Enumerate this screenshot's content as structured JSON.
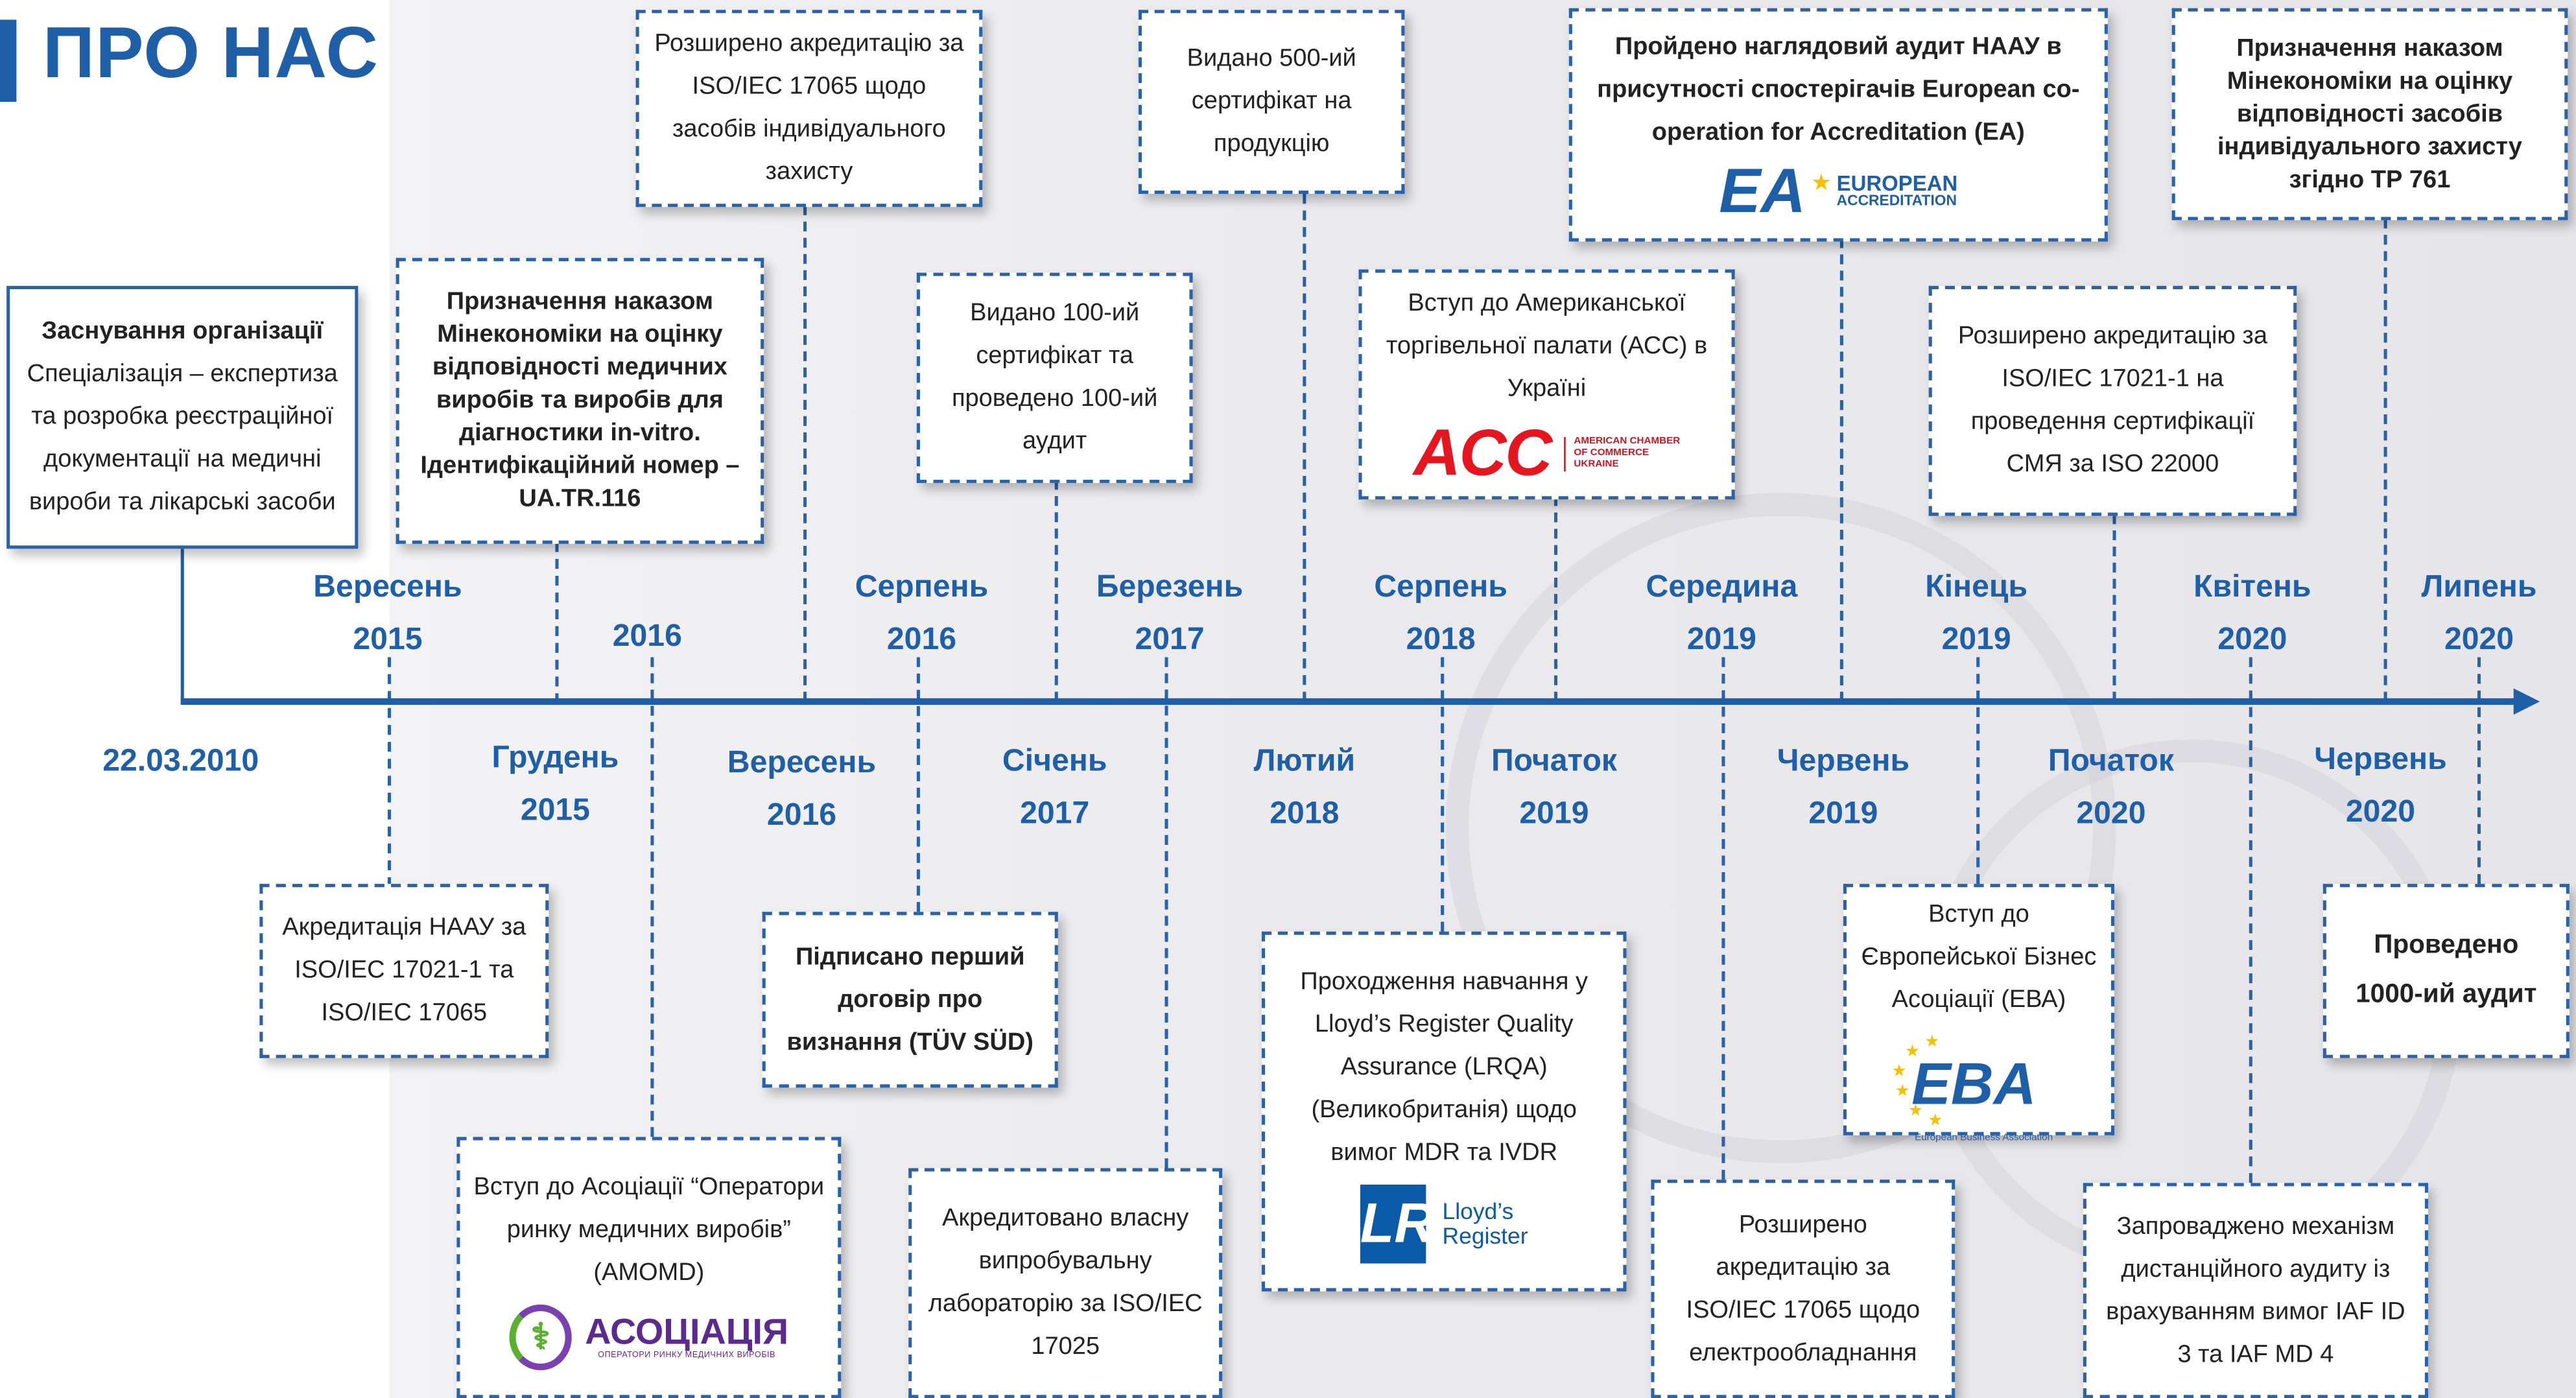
{
  "header": {
    "title": "ПРО НАС"
  },
  "brand": {
    "primary": "#1f5fa8"
  },
  "timeline": {
    "start_date": "22.03.2010",
    "upper_dates": [
      [
        "Вересень",
        "2015"
      ],
      [
        "2016"
      ],
      [
        "Серпень",
        "2016"
      ],
      [
        "Березень",
        "2017"
      ],
      [
        "Серпень",
        "2018"
      ],
      [
        "Середина",
        "2019"
      ],
      [
        "Кінець",
        "2019"
      ],
      [
        "Квітень",
        "2020"
      ],
      [
        "Липень",
        "2020"
      ]
    ],
    "lower_dates": [
      [
        "Грудень",
        "2015"
      ],
      [
        "Вересень",
        "2016"
      ],
      [
        "Січень",
        "2017"
      ],
      [
        "Лютий",
        "2018"
      ],
      [
        "Початок",
        "2019"
      ],
      [
        "Червень",
        "2019"
      ],
      [
        "Початок",
        "2020"
      ],
      [
        "Червень",
        "2020"
      ]
    ]
  },
  "events": {
    "founding": {
      "title": "Заснування організації",
      "text": "Спеціалізація – експертиза та розробка реєстраційної документації на медичні вироби та лікарські засоби"
    },
    "mineconomy_2016": "Призначення наказом Мінекономіки на оцінку відповідності медичних виробів та виробів для діагностики in-vitro. Ідентифікаційний номер – UA.TR.116",
    "accreditation_ppe": "Розширено акредитацію за ISO/IEC 17065 щодо засобів індивідуального захисту",
    "cert100": "Видано 100-ий сертифікат та проведено 100-ий аудит",
    "cert500": "Видано 500-ий сертифікат на продукцію",
    "acc": {
      "text": "Вступ до Американської торгівельної палати (АСС) в Україні",
      "logo": "ACC",
      "logo_sub": [
        "AMERICAN CHAMBER",
        "OF COMMERCE",
        "UKRAINE"
      ]
    },
    "ea": {
      "text": "Пройдено наглядовий аудит НААУ в присутності спостерігачів European co-operation for Accreditation (EA)",
      "logo": "EA",
      "logo_sub": [
        "EUROPEAN",
        "ACCREDITATION"
      ]
    },
    "iso22000": "Розширено акредитацію за ISO/IEC 17021-1 на проведення сертифікації СМЯ за ISO 22000",
    "tr761": "Призначення наказом Мінекономіки на оцінку відповідності засобів індивідуального захисту згідно ТР 761",
    "naau": "Акредитація НААУ за ISO/IEC 17021-1 та ISO/IEC 17065",
    "tuv": "Підписано перший договір про визнання (TÜV SÜD)",
    "amomd": {
      "text": "Вступ до Асоціації “Оператори ринку медичних виробів” (AMOMD)",
      "logo": "АСОЦІАЦІЯ",
      "logo_sub": "ОПЕРАТОРИ РИНКУ МЕДИЧНИХ ВИРОБІВ"
    },
    "lab17025": "Акредитовано власну випробувальну лабораторію за ISO/IEC 17025",
    "lrqa": {
      "text": "Проходження навчання у Lloyd’s Register Quality Assurance (LRQA) (Великобританія) щодо вимог MDR та IVDR",
      "logo": "LR",
      "logo_sub": [
        "Lloyd’s",
        "Register"
      ]
    },
    "electro": "Розширено акредитацію за ISO/IEC 17065 щодо електрообладнання",
    "eba": {
      "text": "Вступ до Європейської Бізнес Асоціації (ЕВА)",
      "logo": "EBA",
      "logo_sub": "European Business Association"
    },
    "remote": "Запроваджено механізм дистанційного аудиту із врахуванням вимог IAF ID 3 та IAF MD 4",
    "audit1000": "Проведено 1000-ий аудит"
  }
}
